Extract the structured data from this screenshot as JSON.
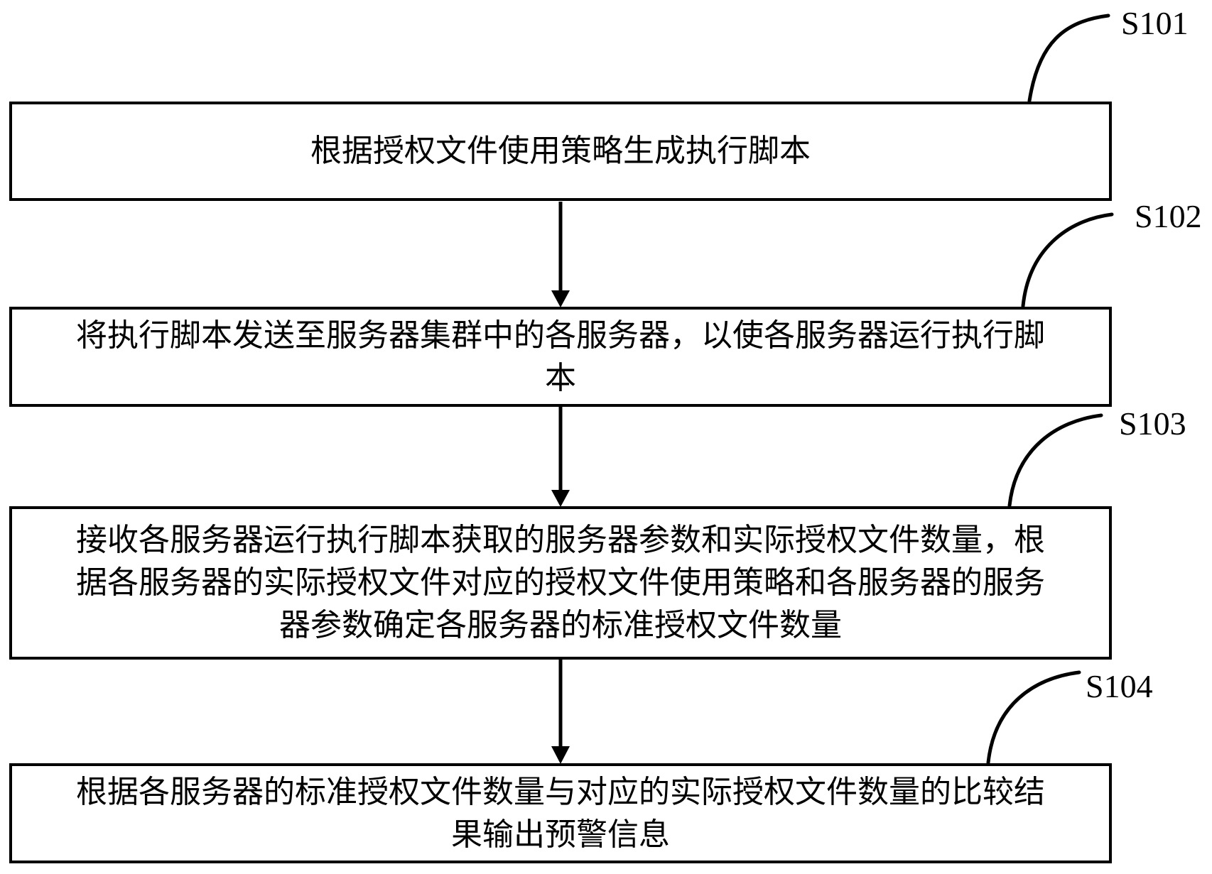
{
  "figure": {
    "type": "flowchart",
    "background_color": "#ffffff",
    "line_color": "#000000"
  },
  "steps": [
    {
      "id": "S101",
      "text": "根据授权文件使用策略生成执行脚本",
      "lines": [
        "根据授权文件使用策略生成执行脚本"
      ]
    },
    {
      "id": "S102",
      "text": "将执行脚本发送至服务器集群中的各服务器，以使各服务器运行执行脚本",
      "lines": [
        "将执行脚本发送至服务器集群中的各服务器，以使各服务器运行执行脚",
        "本"
      ]
    },
    {
      "id": "S103",
      "text": "接收各服务器运行执行脚本获取的服务器参数和实际授权文件数量，根据各服务器的实际授权文件对应的授权文件使用策略和各服务器的服务器参数确定各服务器的标准授权文件数量",
      "lines": [
        "接收各服务器运行执行脚本获取的服务器参数和实际授权文件数量，根",
        "据各服务器的实际授权文件对应的授权文件使用策略和各服务器的服务",
        "器参数确定各服务器的标准授权文件数量"
      ]
    },
    {
      "id": "S104",
      "text": "根据各服务器的标准授权文件数量与对应的实际授权文件数量的比较结果输出预警信息",
      "lines": [
        "根据各服务器的标准授权文件数量与对应的实际授权文件数量的比较结",
        "果输出预警信息"
      ]
    }
  ]
}
